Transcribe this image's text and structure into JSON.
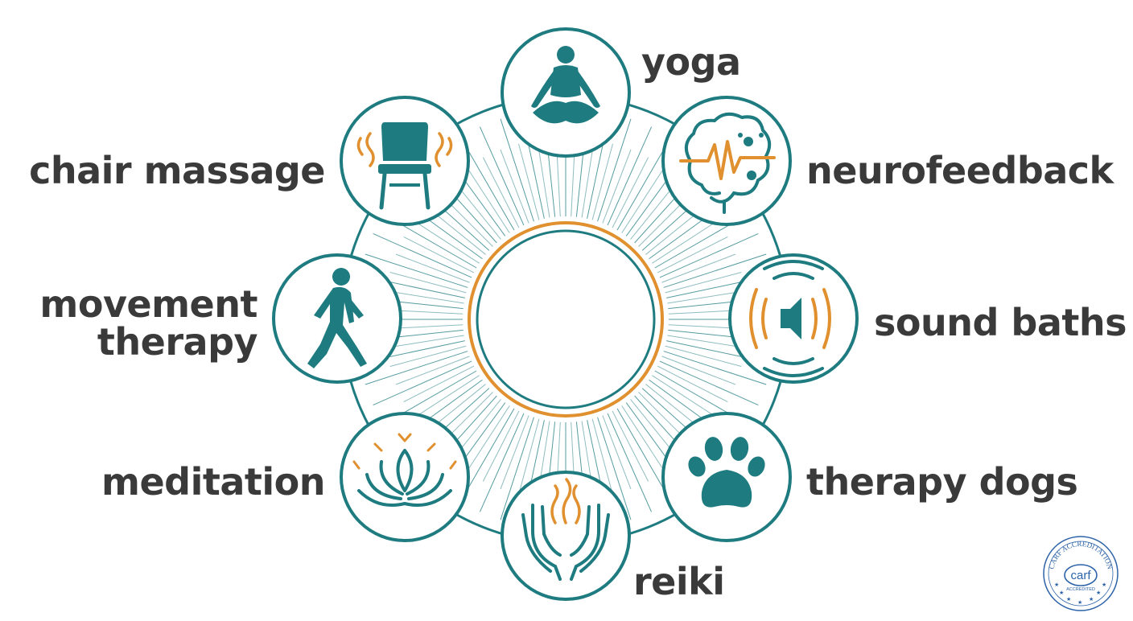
{
  "colors": {
    "teal": "#1e7b80",
    "orange": "#e0902e",
    "text": "#3a3a3a",
    "badge_blue": "#2d63a8"
  },
  "center": {
    "ray_count": 120
  },
  "therapies": [
    {
      "id": "yoga",
      "label": "yoga",
      "icon": "lotus-pose-person-icon"
    },
    {
      "id": "neurofeedback",
      "label": "neurofeedback",
      "icon": "brain-signal-icon"
    },
    {
      "id": "sound_baths",
      "label": "sound baths",
      "icon": "speaker-sound-waves-icon"
    },
    {
      "id": "therapy_dogs",
      "label": "therapy dogs",
      "icon": "paw-print-icon"
    },
    {
      "id": "reiki",
      "label": "reiki",
      "icon": "healing-hands-icon"
    },
    {
      "id": "meditation",
      "label": "meditation",
      "icon": "lotus-flower-icon"
    },
    {
      "id": "movement_therapy",
      "label_line1": "movement",
      "label_line2": "therapy",
      "icon": "walking-person-icon"
    },
    {
      "id": "chair_massage",
      "label": "chair massage",
      "icon": "massage-chair-icon"
    }
  ],
  "badge": {
    "arc_text": "CARF ACCREDITATION",
    "logo_text": "carf",
    "status_text": "ACCREDITED"
  }
}
